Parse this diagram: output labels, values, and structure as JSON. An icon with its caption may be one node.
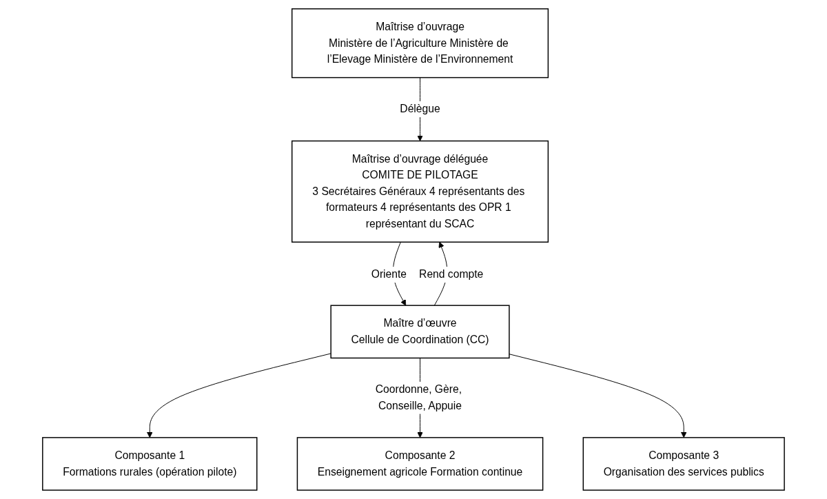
{
  "diagram": {
    "nodes": [
      {
        "text": [
          "Maîtrise d’ouvrage",
          "Ministère de l’Agriculture Ministère de l’Elevage Ministère de l’Environnement"
        ]
      },
      {
        "text": [
          "Maîtrise d’ouvrage déléguée",
          "COMITE DE PILOTAGE",
          "3 Secrétaires Généraux 4 représentants des formateurs 4 représentants des OPR 1 représentant du SCAC"
        ]
      },
      {
        "text": [
          "Composante 1",
          "Formations rurales (opération pilote)"
        ]
      },
      {
        "text": [
          "Composante 2",
          "Enseignement agricole Formation continue"
        ]
      },
      {
        "text": [
          "Composante 3",
          "Organisation des services publics"
        ]
      },
      {
        "text": [
          "Maître d’œuvre",
          "Cellule de Coordination (CC)"
        ]
      }
    ],
    "edges": [
      {
        "from": 0,
        "to": 1,
        "arrow": "to",
        "label": "Délègue"
      },
      {
        "from": 1,
        "to": 5,
        "arrow": "to",
        "label": "Oriente"
      },
      {
        "from": 5,
        "to": 1,
        "arrow": "to",
        "label": "Rend compte"
      },
      {
        "from": 5,
        "to": 2,
        "arrow": "to"
      },
      {
        "from": 5,
        "to": 3,
        "arrow": "to",
        "label": "Coordonne, Gère, Conseille, Appuie"
      },
      {
        "from": 5,
        "to": 4,
        "arrow": "to"
      }
    ]
  }
}
